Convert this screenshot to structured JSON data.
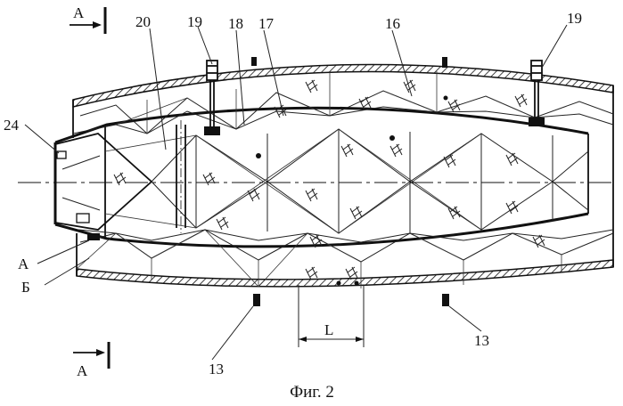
{
  "figure": {
    "caption": "Фиг. 2",
    "section_marker": "А",
    "labels": {
      "l20": "20",
      "l19a": "19",
      "l18": "18",
      "l17": "17",
      "l16": "16",
      "l19b": "19",
      "l24": "24",
      "lA": "А",
      "lB": "Б",
      "lL": "L",
      "l13a": "13",
      "l13b": "13"
    }
  }
}
